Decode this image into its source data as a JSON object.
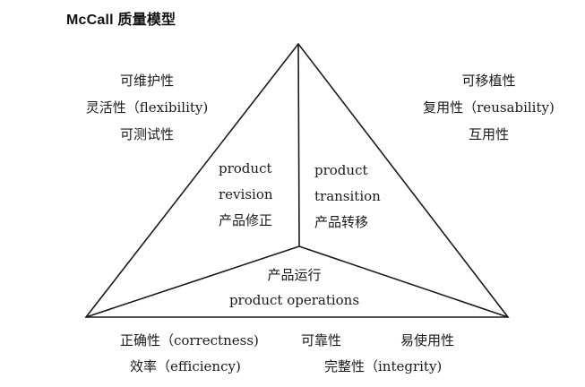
{
  "title": "McCall 质量模型",
  "maintainability_group": {
    "lines": [
      "可维护性",
      "灵活性（flexibility)",
      "可测试性"
    ]
  },
  "portability_group": {
    "lines": [
      "可移植性",
      "复用性（reusability)",
      "互用性"
    ]
  },
  "product_revision": {
    "lines": [
      "product",
      "revision",
      "产品修正"
    ]
  },
  "product_transition": {
    "lines": [
      "product",
      "transition",
      "产品转移"
    ]
  },
  "product_operations": {
    "lines": [
      "产品运行",
      "product operations"
    ]
  },
  "operations_factors": {
    "correctness": "正确性（correctness)",
    "reliability": "可靠性",
    "usability": "易使用性",
    "efficiency": "效率（efficiency)",
    "integrity": "完整性（integrity)"
  }
}
